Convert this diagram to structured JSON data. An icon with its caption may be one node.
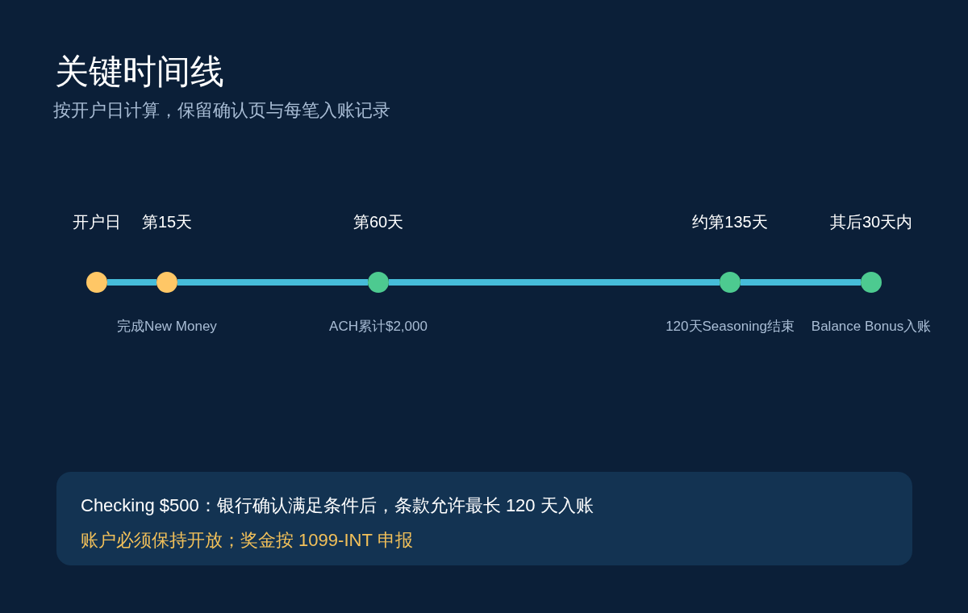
{
  "diagram": {
    "title": "关键时间线",
    "nodes": [
      {
        "text": [],
        "shape": "circle",
        "beside": [
          "开户日"
        ]
      },
      {
        "text": [],
        "shape": "circle",
        "beside": [
          "第15天",
          "完成New Money"
        ]
      },
      {
        "text": [],
        "shape": "circle",
        "beside": [
          "第60天",
          "ACH累计$2,000"
        ]
      },
      {
        "text": [],
        "shape": "circle",
        "beside": [
          "约第135天",
          "120天Seasoning结束"
        ]
      },
      {
        "text": [],
        "shape": "circle",
        "beside": [
          "其后30天内",
          "Balance Bonus入账"
        ]
      },
      {
        "text": [
          "Checking $500：银行确认满足条件后，条款允许最长 120 天入账",
          "账户必须保持开放；奖金按 1099-INT 申报"
        ]
      }
    ],
    "edges": [
      {
        "from": 0,
        "to": 1,
        "arrow": "none"
      },
      {
        "from": 1,
        "to": 2,
        "arrow": "none"
      },
      {
        "from": 2,
        "to": 3,
        "arrow": "none"
      },
      {
        "from": 3,
        "to": 4,
        "arrow": "none"
      }
    ],
    "labels": [
      "按开户日计算，保留确认页与每笔入账记录"
    ]
  }
}
